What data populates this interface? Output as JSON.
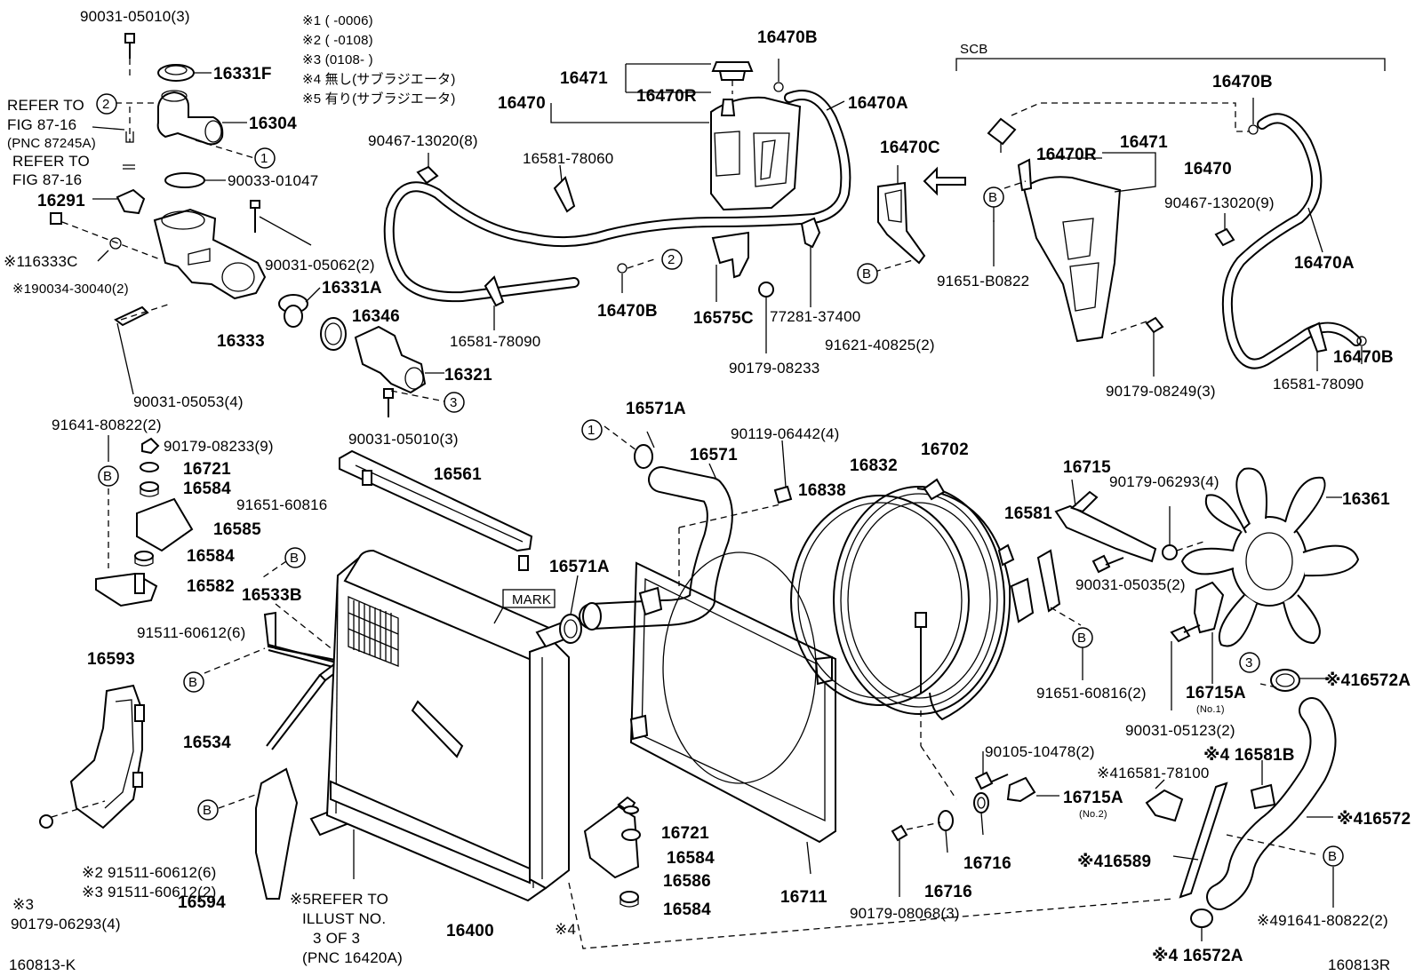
{
  "labels": {
    "p_90031_05010_3_top": "90031-05010(3)",
    "p_16331F": "16331F",
    "p_16304": "16304",
    "refer_fig_1": "REFER TO",
    "refer_fig_1b": "FIG 87-16",
    "refer_pnc_1": "(PNC 87245A)",
    "refer_fig_2": "REFER TO",
    "refer_fig_2b": "FIG 87-16",
    "p_90033_01047": "90033-01047",
    "p_16291": "16291",
    "p_16333C": "※116333C",
    "p_90034_30040": "※190034-30040(2)",
    "p_90031_05062": "90031-05062(2)",
    "p_16331A": "16331A",
    "p_16346": "16346",
    "p_16333": "16333",
    "p_16321": "16321",
    "p_90031_05053": "90031-05053(4)",
    "p_90031_05010_3_mid": "90031-05010(3)",
    "note_1": "※1 (      -0006)",
    "note_2": "※2 (      -0108)",
    "note_3": "※3 (0108-      )",
    "note_4": "※4 無し(サブラジエータ)",
    "note_5": "※5 有り(サブラジエータ)",
    "p_16470B_top": "16470B",
    "p_16471": "16471",
    "p_16470R": "16470R",
    "p_16470": "16470",
    "p_16470A": "16470A",
    "p_90467_13020_8": "90467-13020(8)",
    "p_16581_78060": "16581-78060",
    "p_16470B_mid": "16470B",
    "p_16581_78090_mid": "16581-78090",
    "p_16575C": "16575C",
    "p_77281_37400": "77281-37400",
    "p_90179_08233": "90179-08233",
    "p_16470C": "16470C",
    "p_91621_40825": "91621-40825(2)",
    "scb": "SCB",
    "p_16470B_right": "16470B",
    "p_16470R_right": "16470R",
    "p_16471_right": "16471",
    "p_16470_right": "16470",
    "p_90467_13020_9": "90467-13020(9)",
    "p_16470A_right": "16470A",
    "p_91651_B0822": "91651-B0822",
    "p_16470B_rbot": "16470B",
    "p_90179_08249": "90179-08249(3)",
    "p_16581_78090_right": "16581-78090",
    "p_91641_80822_2": "91641-80822(2)",
    "p_90179_08233_9": "90179-08233(9)",
    "p_16721_top": "16721",
    "p_16584_a": "16584",
    "p_16585": "16585",
    "p_16584_b": "16584",
    "p_16582": "16582",
    "p_91651_60816": "91651-60816",
    "p_16561": "16561",
    "p_16533B": "16533B",
    "p_91511_60612_6": "91511-60612(6)",
    "p_16593": "16593",
    "p_16534": "16534",
    "mark": "MARK",
    "p_16571A_top": "16571A",
    "p_16571A_mid": "16571A",
    "p_16571": "16571",
    "p_90119_06442": "90119-06442(4)",
    "p_16838": "16838",
    "p_16832": "16832",
    "p_16702": "16702",
    "p_16715": "16715",
    "p_90179_06293_4_top": "90179-06293(4)",
    "p_16361": "16361",
    "p_16581": "16581",
    "p_90031_05035": "90031-05035(2)",
    "p_91651_60816_2": "91651-60816(2)",
    "p_16715A_no1": "16715A",
    "no1": "(No.1)",
    "p_16572A_top": "※416572A",
    "p_90031_05123": "90031-05123(2)",
    "p_90105_10478": "90105-10478(2)",
    "p_16581B": "※4 16581B",
    "p_16581_78100": "※416581-78100",
    "p_16715A_no2": "16715A",
    "no2": "(No.2)",
    "p_16572": "※416572",
    "p_16716_a": "16716",
    "p_16716_b": "16716",
    "p_16589": "※416589",
    "p_91641_80822_r": "※491641-80822(2)",
    "p_90179_08068": "90179-08068(3)",
    "p_16572A_bot": "※4 16572A",
    "p_16711": "16711",
    "p_16721_bot": "16721",
    "p_16584_c": "16584",
    "p_16586": "16586",
    "p_16584_d": "16584",
    "p_16400": "16400",
    "note4_bot": "※4",
    "p_91511_60612_s2": "※2 91511-60612(6)",
    "p_91511_60612_s3": "※3 91511-60612(2)",
    "p_16594": "16594",
    "p_90179_06293_s3a": "※3",
    "p_90179_06293_s3b": "90179-06293(4)",
    "refer_illust_1": "※5REFER TO",
    "refer_illust_2": "ILLUST NO.",
    "refer_illust_3": "3 OF 3",
    "refer_illust_4": "(PNC 16420A)",
    "code_left": "160813-K",
    "code_right": "160813R"
  },
  "callouts": {
    "c1": "1",
    "c2": "2",
    "c3": "3",
    "B": "B"
  }
}
